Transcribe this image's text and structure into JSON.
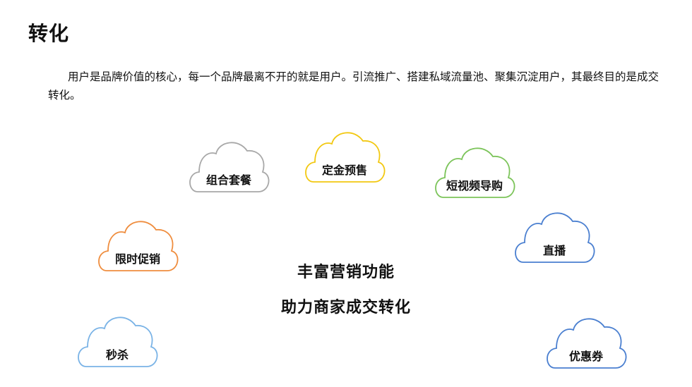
{
  "page": {
    "title": "转化",
    "intro": "用户是品牌价值的核心，每一个品牌最离不开的就是用户。引流推广、搭建私域流量池、聚集沉淀用户，其最终目的是成交转化。"
  },
  "clouds": [
    {
      "label": "组合套餐",
      "color": "#a8a8a8"
    },
    {
      "label": "定金预售",
      "color": "#f2c811"
    },
    {
      "label": "短视频导购",
      "color": "#7cc45a"
    },
    {
      "label": "限时促销",
      "color": "#ef8d3e"
    },
    {
      "label": "直播",
      "color": "#4a7fd0"
    },
    {
      "label": "秒杀",
      "color": "#7ab3e6"
    },
    {
      "label": "优惠券",
      "color": "#4a7fd0"
    }
  ],
  "center": {
    "line1": "丰富营销功能",
    "line2": "助力商家成交转化"
  }
}
